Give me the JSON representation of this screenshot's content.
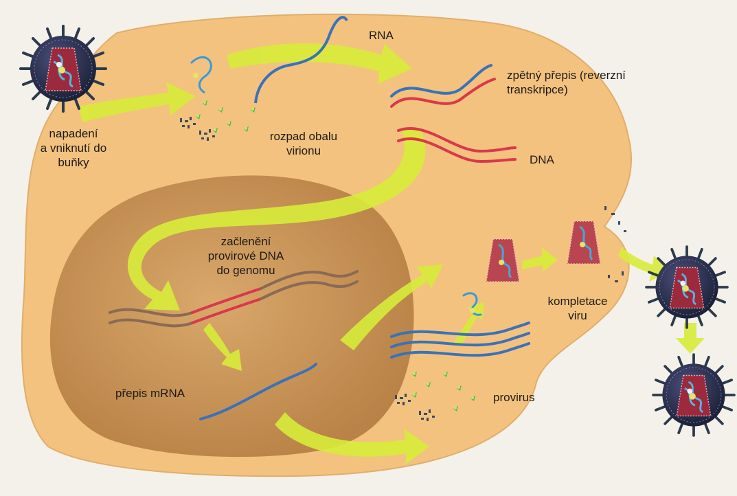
{
  "labels": {
    "rna": "RNA",
    "reverse_transcription": "zpětný přepis (reverzní\ntranskripce)",
    "entry": "napadení\na vniknutí do\nbuňky",
    "uncoating": "rozpad obalu\nvirionu",
    "dna": "DNA",
    "integration": "začlenění\nprovirové DNA\ndo genomu",
    "mrna_transcription": "přepis mRNA",
    "provirus": "provirus",
    "assembly": "kompletace\nviru"
  },
  "colors": {
    "page_background": "#f4f1ea",
    "cytoplasm": "#f3c27f",
    "nucleus": "#cf9a5c",
    "arrow": "#d7ec3a",
    "rna_strand": "#3a72b8",
    "dna_strand": "#d9384a",
    "host_dna": "#8a6a55",
    "virus_core": "#9c2a3d",
    "virus_spikes": "#2c3a4c",
    "protein": "#58b84a"
  },
  "icons": {
    "virion": "hiv-virion-icon",
    "capsid": "capsid-cone-icon",
    "protein_fragment": "protein-fragment-icon"
  }
}
